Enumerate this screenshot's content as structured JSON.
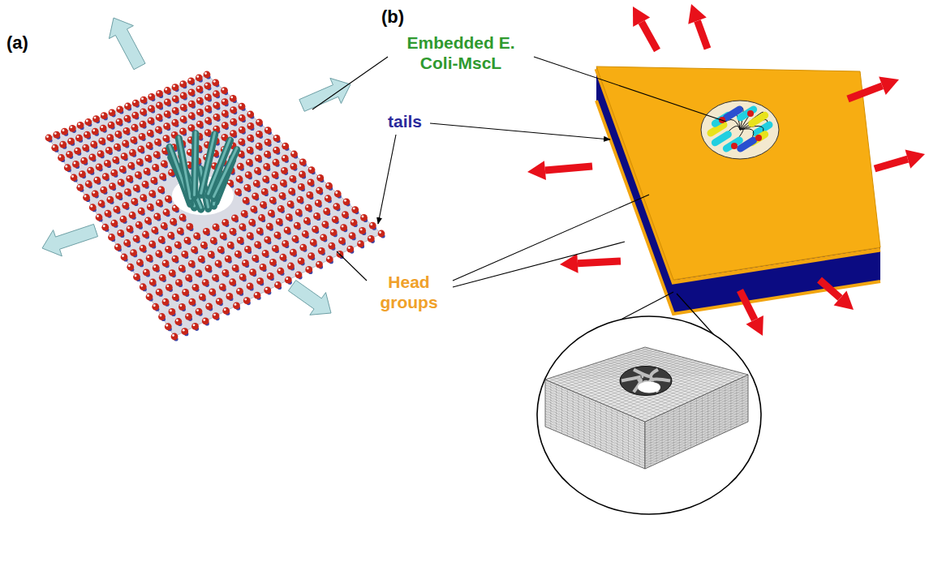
{
  "diagram": {
    "labels": [
      "(a)",
      "(b)",
      "Embedded E. Coli-MscL",
      "tails",
      "Head groups"
    ]
  }
}
